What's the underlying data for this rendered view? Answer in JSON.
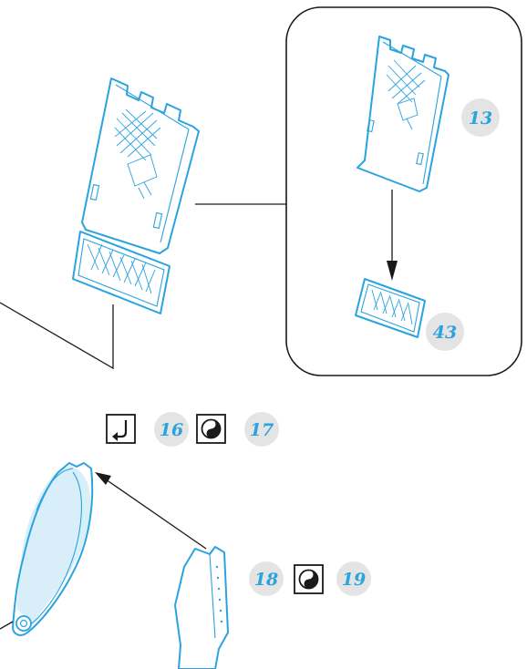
{
  "colors": {
    "part_outline": "#2aa3de",
    "part_tint": "#d8eef9",
    "badge_fill": "#e4e4e4",
    "badge_text": "#2aa3de",
    "line": "#1a1a1a"
  },
  "callouts": {
    "part_13": "13",
    "part_43": "43",
    "step_16": "16",
    "step_17": "17",
    "step_18": "18",
    "step_19": "19"
  },
  "icons": {
    "fold_icon": "fold-arrow",
    "paint_icon": "two-tone-circle"
  }
}
